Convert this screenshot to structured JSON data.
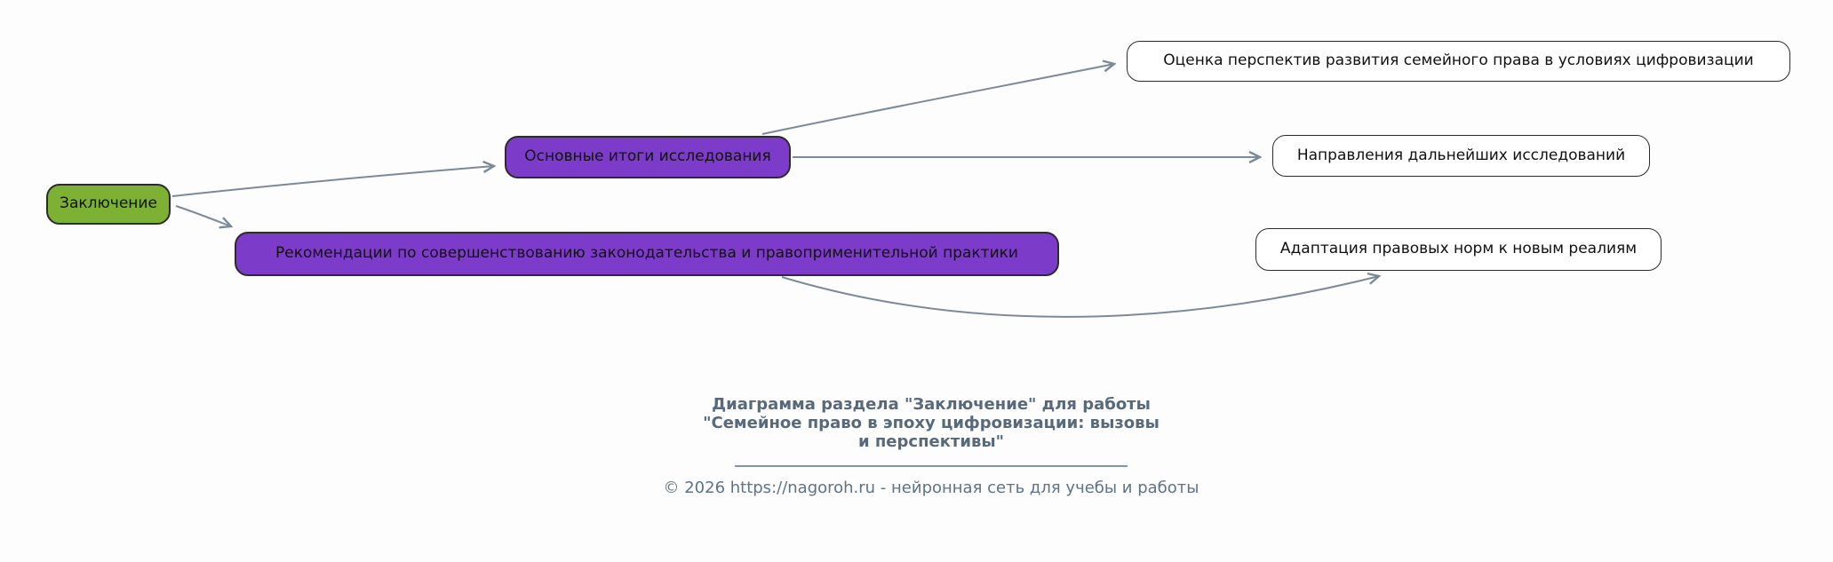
{
  "diagram": {
    "root": {
      "label": "Заключение"
    },
    "branches": [
      {
        "label": "Основные итоги исследования",
        "children": [
          {
            "label": "Оценка перспектив развития семейного права в условиях цифровизации"
          },
          {
            "label": "Направления дальнейших исследований"
          }
        ]
      },
      {
        "label": "Рекомендации по совершенствованию законодательства и правоприменительной практики",
        "children": [
          {
            "label": "Адаптация правовых норм к новым реалиям"
          }
        ]
      }
    ],
    "edges": [
      {
        "from": "Заключение",
        "to": "Основные итоги исследования"
      },
      {
        "from": "Заключение",
        "to": "Рекомендации по совершенствованию законодательства и правоприменительной практики"
      },
      {
        "from": "Основные итоги исследования",
        "to": "Оценка перспектив развития семейного права в условиях цифровизации"
      },
      {
        "from": "Основные итоги исследования",
        "to": "Направления дальнейших исследований"
      },
      {
        "from": "Рекомендации по совершенствованию законодательства и правоприменительной практики",
        "to": "Адаптация правовых норм к новым реалиям"
      }
    ]
  },
  "caption": {
    "title_line1": "Диаграмма раздела \"Заключение\" для работы",
    "title_line2": "\"Семейное право в эпоху цифровизации: вызовы",
    "title_line3": "и перспективы\"",
    "copyright": "© 2026 https://nagoroh.ru - нейронная сеть для учебы и работы"
  },
  "colors": {
    "root_fill": "#7cb133",
    "branch_fill": "#7c3bc8",
    "leaf_fill": "#ffffff",
    "node_border": "#2b2b2b",
    "node_text": "#111111",
    "edge": "#7c8a98",
    "caption_title": "#57697b",
    "caption_copyright": "#5e7386",
    "divider": "#8495a5",
    "background": "#fdfdfd"
  }
}
